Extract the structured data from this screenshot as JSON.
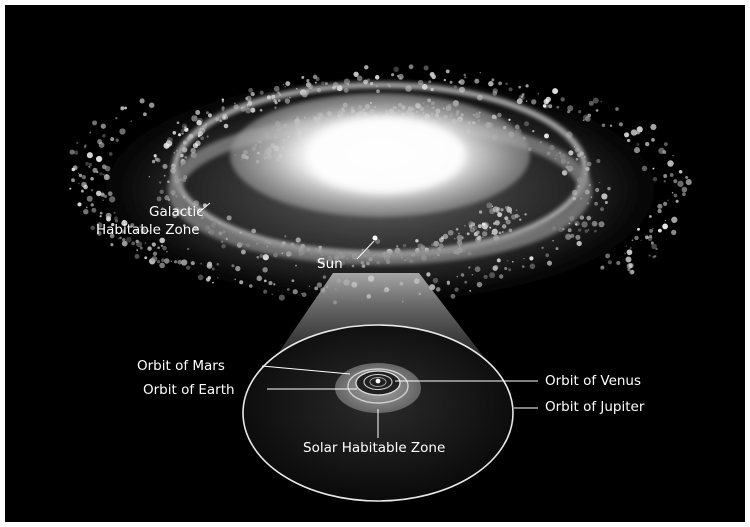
{
  "labels": {
    "galactic_line1": "Galactic",
    "galactic_line2": "Habitable Zone",
    "sun": "Sun",
    "orbit_mars": "Orbit of Mars",
    "orbit_earth": "Orbit of Earth",
    "orbit_venus": "Orbit of Venus",
    "orbit_jupiter": "Orbit of Jupiter",
    "solar_habitable_zone": "Solar Habitable Zone"
  },
  "colors": {
    "background": "#000000",
    "text": "#ffffff",
    "galaxy_core": "#f2f2f2",
    "habitable_ring": "#8a8a8a",
    "solar_zone": "#9a9a9a"
  }
}
